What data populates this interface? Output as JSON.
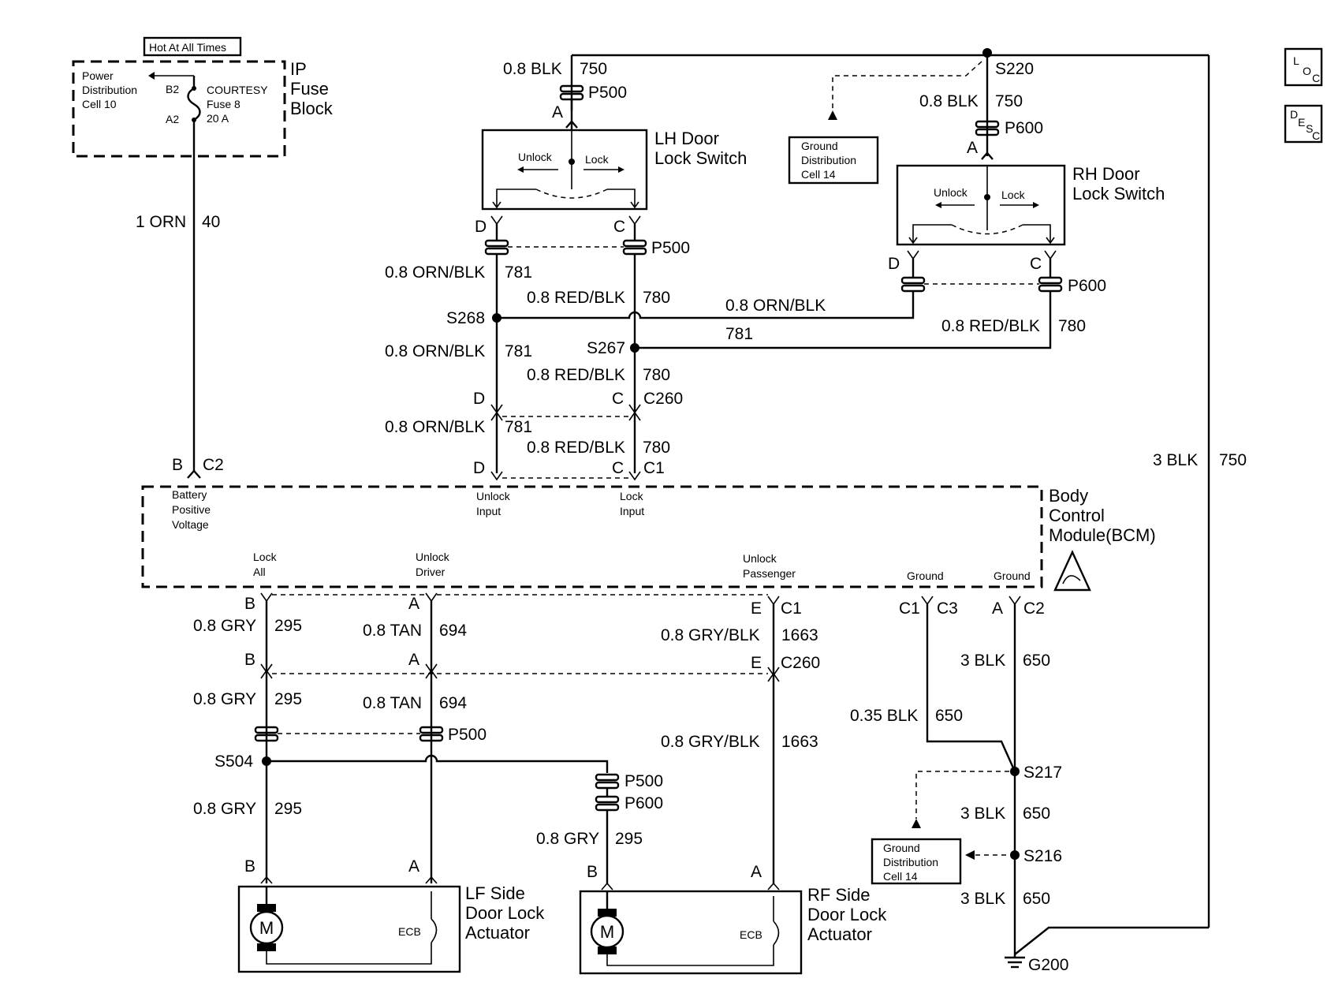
{
  "fuse_block": {
    "hot_label": "Hot At All Times",
    "power_dist": [
      "Power",
      "Distribution",
      "Cell 10"
    ],
    "pin_b2": "B2",
    "pin_a2": "A2",
    "fuse": [
      "COURTESY",
      "Fuse 8",
      "20 A"
    ],
    "title": [
      "IP",
      "Fuse",
      "Block"
    ]
  },
  "wire_main_power": {
    "gauge": "1 ORN",
    "circuit": "40"
  },
  "bcm_c2_pin": {
    "pin": "B",
    "conn": "C2"
  },
  "lh_switch": {
    "title": [
      "LH Door",
      "Lock Switch"
    ],
    "unlock": "Unlock",
    "lock": "Lock",
    "pin_a": "A",
    "pin_d": "D",
    "pin_c": "C",
    "conn_top": "P500",
    "conn_bottom": "P500"
  },
  "rh_switch": {
    "title": [
      "RH Door",
      "Lock Switch"
    ],
    "unlock": "Unlock",
    "lock": "Lock",
    "pin_a": "A",
    "pin_d": "D",
    "pin_c": "C",
    "conn_top": "P600",
    "conn_bottom": "P600"
  },
  "top_wires": {
    "lh_feed": {
      "gauge": "0.8 BLK",
      "circuit": "750"
    },
    "rh_feed": {
      "gauge": "0.8 BLK",
      "circuit": "750"
    },
    "splice_top": "S220",
    "ground_ref_top": [
      "Ground",
      "Distribution",
      "Cell 14"
    ]
  },
  "lock_wires": {
    "w1_orn": {
      "gauge": "0.8 ORN/BLK",
      "circuit": "781"
    },
    "w1_red": {
      "gauge": "0.8 RED/BLK",
      "circuit": "780"
    },
    "cross_orn": {
      "gauge": "0.8 ORN/BLK",
      "circuit": "781"
    },
    "cross_red": {
      "gauge": "0.8 RED/BLK",
      "circuit": "780"
    },
    "s268": "S268",
    "s267": "S267",
    "w2_orn": {
      "gauge": "0.8 ORN/BLK",
      "circuit": "781"
    },
    "w2_red": {
      "gauge": "0.8 RED/BLK",
      "circuit": "780"
    },
    "c260_d": "D",
    "c260_c": "C",
    "c260": "C260",
    "w3_orn": {
      "gauge": "0.8 ORN/BLK",
      "circuit": "781"
    },
    "w3_red": {
      "gauge": "0.8 RED/BLK",
      "circuit": "780"
    },
    "c1_d": "D",
    "c1_c": "C",
    "c1": "C1"
  },
  "right_ground": {
    "gauge": "3 BLK",
    "circuit": "750"
  },
  "bcm": {
    "title": [
      "Body",
      "Control",
      "Module(BCM)"
    ],
    "battery": [
      "Battery",
      "Positive",
      "Voltage"
    ],
    "unlock_input": [
      "Unlock",
      "Input"
    ],
    "lock_input": [
      "Lock",
      "Input"
    ],
    "lock_all": [
      "Lock",
      "All"
    ],
    "unlock_driver": [
      "Unlock",
      "Driver"
    ],
    "unlock_passenger": [
      "Unlock",
      "Passenger"
    ],
    "ground1": "Ground",
    "ground2": "Ground"
  },
  "lower": {
    "pin_b1": "B",
    "pin_a1": "A",
    "pin_e1": "E",
    "pin_c1": "C1",
    "gry1": {
      "gauge": "0.8 GRY",
      "circuit": "295"
    },
    "tan1": {
      "gauge": "0.8 TAN",
      "circuit": "694"
    },
    "grybk1": {
      "gauge": "0.8 GRY/BLK",
      "circuit": "1663"
    },
    "pin_b2": "B",
    "pin_a2": "A",
    "pin_e2": "E",
    "c260": "C260",
    "gry2": {
      "gauge": "0.8 GRY",
      "circuit": "295"
    },
    "tan2": {
      "gauge": "0.8 TAN",
      "circuit": "694"
    },
    "p500": "P500",
    "grybk2": {
      "gauge": "0.8 GRY/BLK",
      "circuit": "1663"
    },
    "s504": "S504",
    "p500b": "P500",
    "p600b": "P600",
    "gry3": {
      "gauge": "0.8 GRY",
      "circuit": "295"
    },
    "gry4": {
      "gauge": "0.8 GRY",
      "circuit": "295"
    },
    "lf_b": "B",
    "lf_a": "A",
    "rf_b": "B",
    "rf_a": "A"
  },
  "lf_actuator": {
    "title": [
      "LF Side",
      "Door Lock",
      "Actuator"
    ],
    "motor": "M",
    "ecb": "ECB"
  },
  "rf_actuator": {
    "title": [
      "RF Side",
      "Door Lock",
      "Actuator"
    ],
    "motor": "M",
    "ecb": "ECB"
  },
  "ground_circuit": {
    "c1": "C1",
    "c3": "C3",
    "a": "A",
    "c2": "C2",
    "w_a": {
      "gauge": "3 BLK",
      "circuit": "650"
    },
    "w_b": {
      "gauge": "0.35 BLK",
      "circuit": "650"
    },
    "s217": "S217",
    "w_c": {
      "gauge": "3 BLK",
      "circuit": "650"
    },
    "ground_ref": [
      "Ground",
      "Distribution",
      "Cell 14"
    ],
    "s216": "S216",
    "w_d": {
      "gauge": "3 BLK",
      "circuit": "650"
    },
    "g200": "G200"
  },
  "corner_icons": {
    "loc": [
      "L",
      "O",
      "C"
    ],
    "desc": [
      "D",
      "E",
      "S",
      "C"
    ]
  }
}
